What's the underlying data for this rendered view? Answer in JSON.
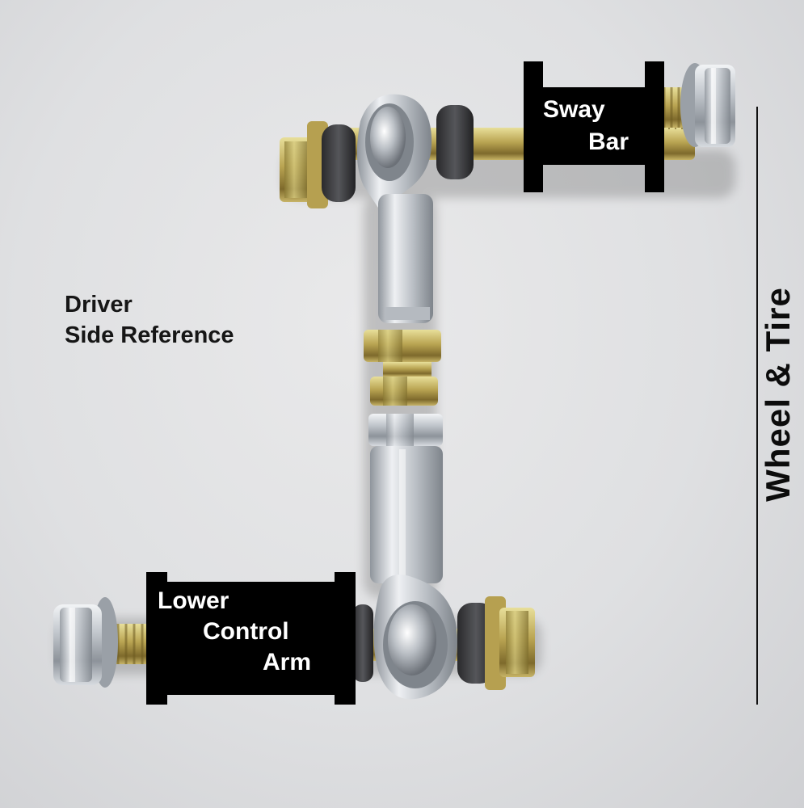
{
  "labels": {
    "driver_reference": [
      "Driver",
      "Side Reference"
    ],
    "sway_bar": [
      "Sway",
      "Bar"
    ],
    "lower_control_arm": [
      "Lower",
      "Control",
      "Arm"
    ],
    "wheel_tire": "Wheel & Tire"
  },
  "icons": [
    "sway-bar-link-photo",
    "heim-joint-icon",
    "flange-nut-icon",
    "hex-jam-nut-icon",
    "rubber-bushing-icon"
  ],
  "colors": {
    "background": "#e0e1e3",
    "label_block": "#000000",
    "label_block_text": "#ffffff",
    "annotation_text": "#111111",
    "zinc": "#c9cdd2",
    "yellow_zinc": "#c9b860",
    "bushing": "#3a3a3c"
  }
}
